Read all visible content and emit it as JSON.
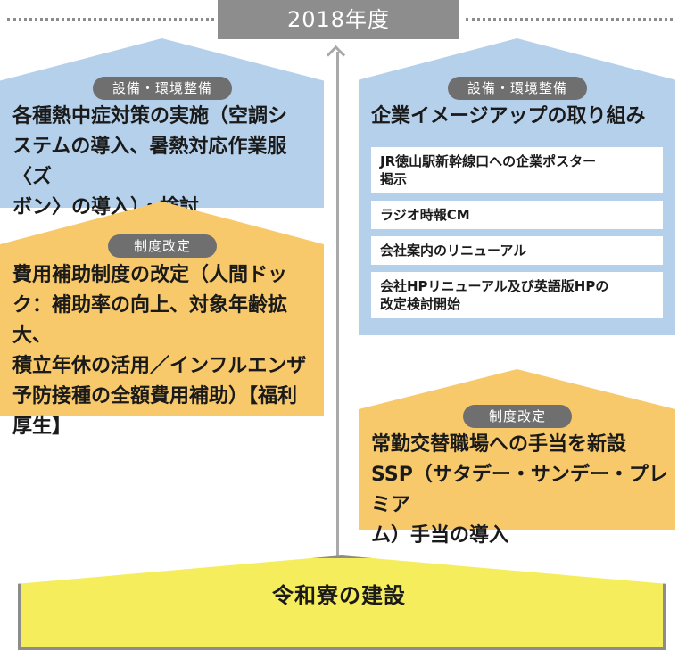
{
  "year_label": "2018年度",
  "left": {
    "card1": {
      "tag": "設備・環境整備",
      "title": "各種熱中症対策の実施（空調シ\nステムの導入、暑熱対応作業服〈ズ\nボン〉の導入）・検討"
    },
    "card2": {
      "tag": "制度改定",
      "title": "費用補助制度の改定（人間ドッ\nク：補助率の向上、対象年齢拡大、\n積立年休の活用／インフルエンザ\n予防接種の全額費用補助）【福利\n厚生】"
    }
  },
  "right": {
    "card1": {
      "tag": "設備・環境整備",
      "title": "企業イメージアップの取り組み",
      "items": [
        "JR徳山駅新幹線口への企業ポスター\n掲示",
        "ラジオ時報CM",
        "会社案内のリニューアル",
        "会社HPリニューアル及び英語版HPの\n改定検討開始"
      ]
    },
    "card2": {
      "tag": "制度改定",
      "title": "常勤交替職場への手当を新設\nSSP（サタデー・サンデー・プレミア\nム）手当の導入"
    }
  },
  "footer": {
    "title": "令和寮の建設"
  },
  "colors": {
    "blue_card": "#b5d0ea",
    "orange_card": "#f8c96b",
    "footer_yellow": "#f6ed5c",
    "tag_gray": "#6f6f6f",
    "banner_gray": "#8d8d8d"
  }
}
